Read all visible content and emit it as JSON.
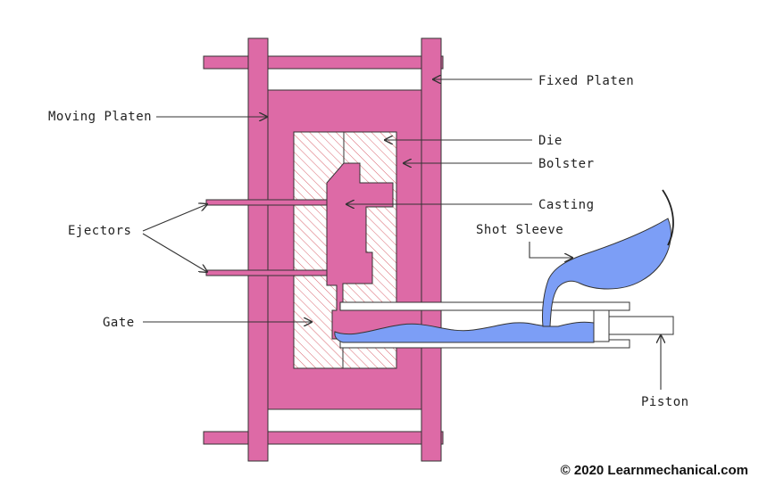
{
  "labels": {
    "fixed_platen": "Fixed Platen",
    "moving_platen": "Moving Platen",
    "die": "Die",
    "bolster": "Bolster",
    "casting": "Casting",
    "ejectors": "Ejectors",
    "shot_sleeve": "Shot Sleeve",
    "gate": "Gate",
    "piston": "Piston"
  },
  "copyright": "© 2020 Learnmechanical.com",
  "colors": {
    "platen": "#dd6aa6",
    "outline": "#333333",
    "hatch": "#d9646e",
    "molten_metal": "#7c9ef6",
    "background": "#ffffff"
  }
}
